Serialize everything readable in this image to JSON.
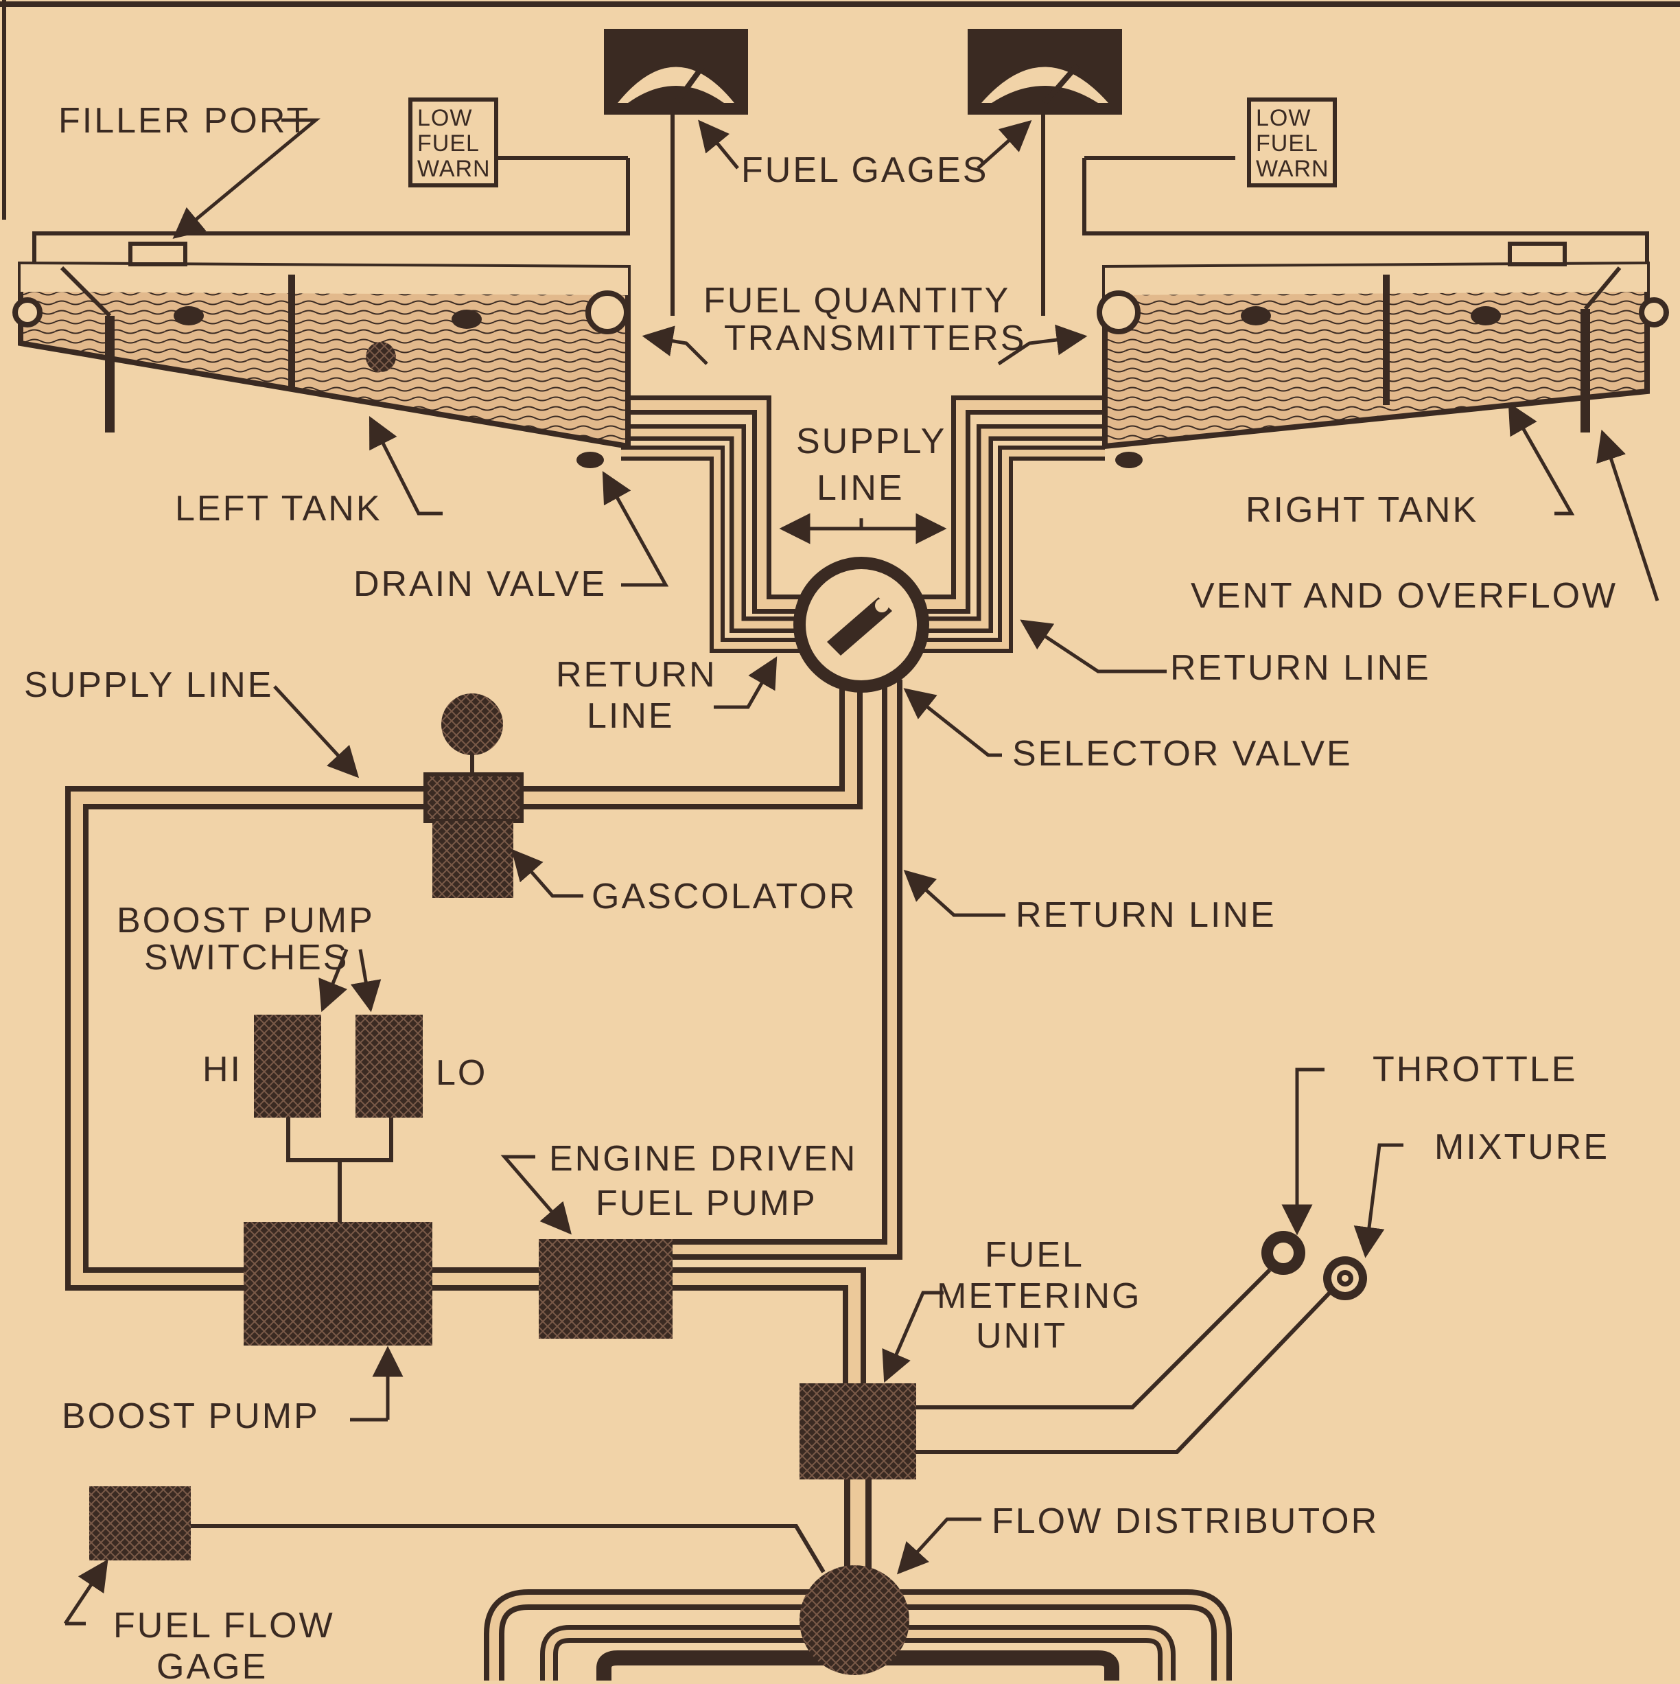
{
  "colors": {
    "paper": "#f1d3a8",
    "ink": "#3a2a22",
    "pipe_fill": "#ecc99a",
    "fuel": "#e2b98c"
  },
  "labels": {
    "filler_port": "FILLER PORT",
    "low_fuel_warn_left": [
      "LOW",
      "FUEL",
      "WARN"
    ],
    "low_fuel_warn_right": [
      "LOW",
      "FUEL",
      "WARN"
    ],
    "fuel_gages": "FUEL GAGES",
    "fuel_quantity_transmitters": [
      "FUEL QUANTITY",
      "TRANSMITTERS"
    ],
    "supply_line_top": [
      "SUPPLY",
      "LINE"
    ],
    "left_tank": "LEFT TANK",
    "right_tank": "RIGHT TANK",
    "drain_valve": "DRAIN VALVE",
    "vent_and_overflow": "VENT AND OVERFLOW",
    "return_line_left": [
      "RETURN",
      "LINE"
    ],
    "return_line_right": "RETURN LINE",
    "supply_line_left": "SUPPLY LINE",
    "selector_valve": "SELECTOR VALVE",
    "gascolator": "GASCOLATOR",
    "return_line_mid": "RETURN LINE",
    "boost_pump_switches": [
      "BOOST PUMP",
      "SWITCHES"
    ],
    "hi": "HI",
    "lo": "LO",
    "throttle": "THROTTLE",
    "mixture": "MIXTURE",
    "engine_driven_fuel_pump": [
      "ENGINE DRIVEN",
      "FUEL PUMP"
    ],
    "fuel_metering_unit": [
      "FUEL",
      "METERING",
      "UNIT"
    ],
    "boost_pump": "BOOST PUMP",
    "flow_distributor": "FLOW DISTRIBUTOR",
    "fuel_flow_gage": [
      "FUEL FLOW",
      "GAGE"
    ]
  },
  "icons": {
    "fuel_gage": "needle-gauge-icon",
    "selector_valve": "rotary-selector-icon",
    "pump": "crosshatched-box-icon"
  }
}
